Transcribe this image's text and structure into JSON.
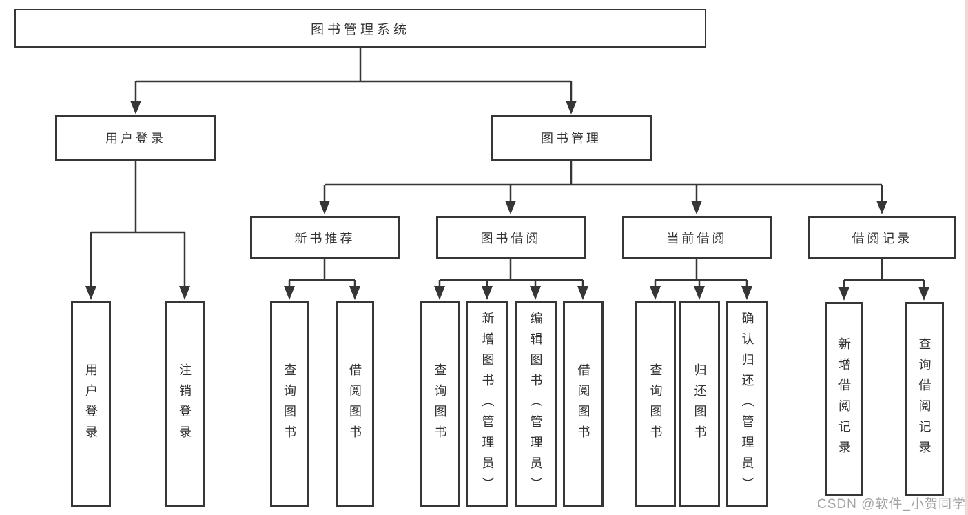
{
  "nodes": {
    "root": "图书管理系统",
    "user_login": "用户登录",
    "book_mgmt": "图书管理",
    "new_book_rec": "新书推荐",
    "book_borrow": "图书借阅",
    "current_borrow": "当前借阅",
    "borrow_record": "借阅记录",
    "leaf_user_login": "用户登录",
    "leaf_logout": "注销登录",
    "leaf_nbr_query": "查询图书",
    "leaf_nbr_borrow": "借阅图书",
    "leaf_bb_query": "查询图书",
    "leaf_bb_add": "新增图书（管理员）",
    "leaf_bb_edit": "编辑图书（管理员）",
    "leaf_bb_borrow": "借阅图书",
    "leaf_cb_query": "查询图书",
    "leaf_cb_return": "归还图书",
    "leaf_cb_confirm": "确认归还（管理员）",
    "leaf_br_add": "新增借阅记录",
    "leaf_br_query": "查询借阅记录"
  },
  "watermark": "CSDN @软件_小贺同学",
  "colors": {
    "line": "#363636",
    "text": "#333333",
    "watermark": "#a3a3a3",
    "edge_strip": "#f3d6d6",
    "background": "#ffffff"
  }
}
